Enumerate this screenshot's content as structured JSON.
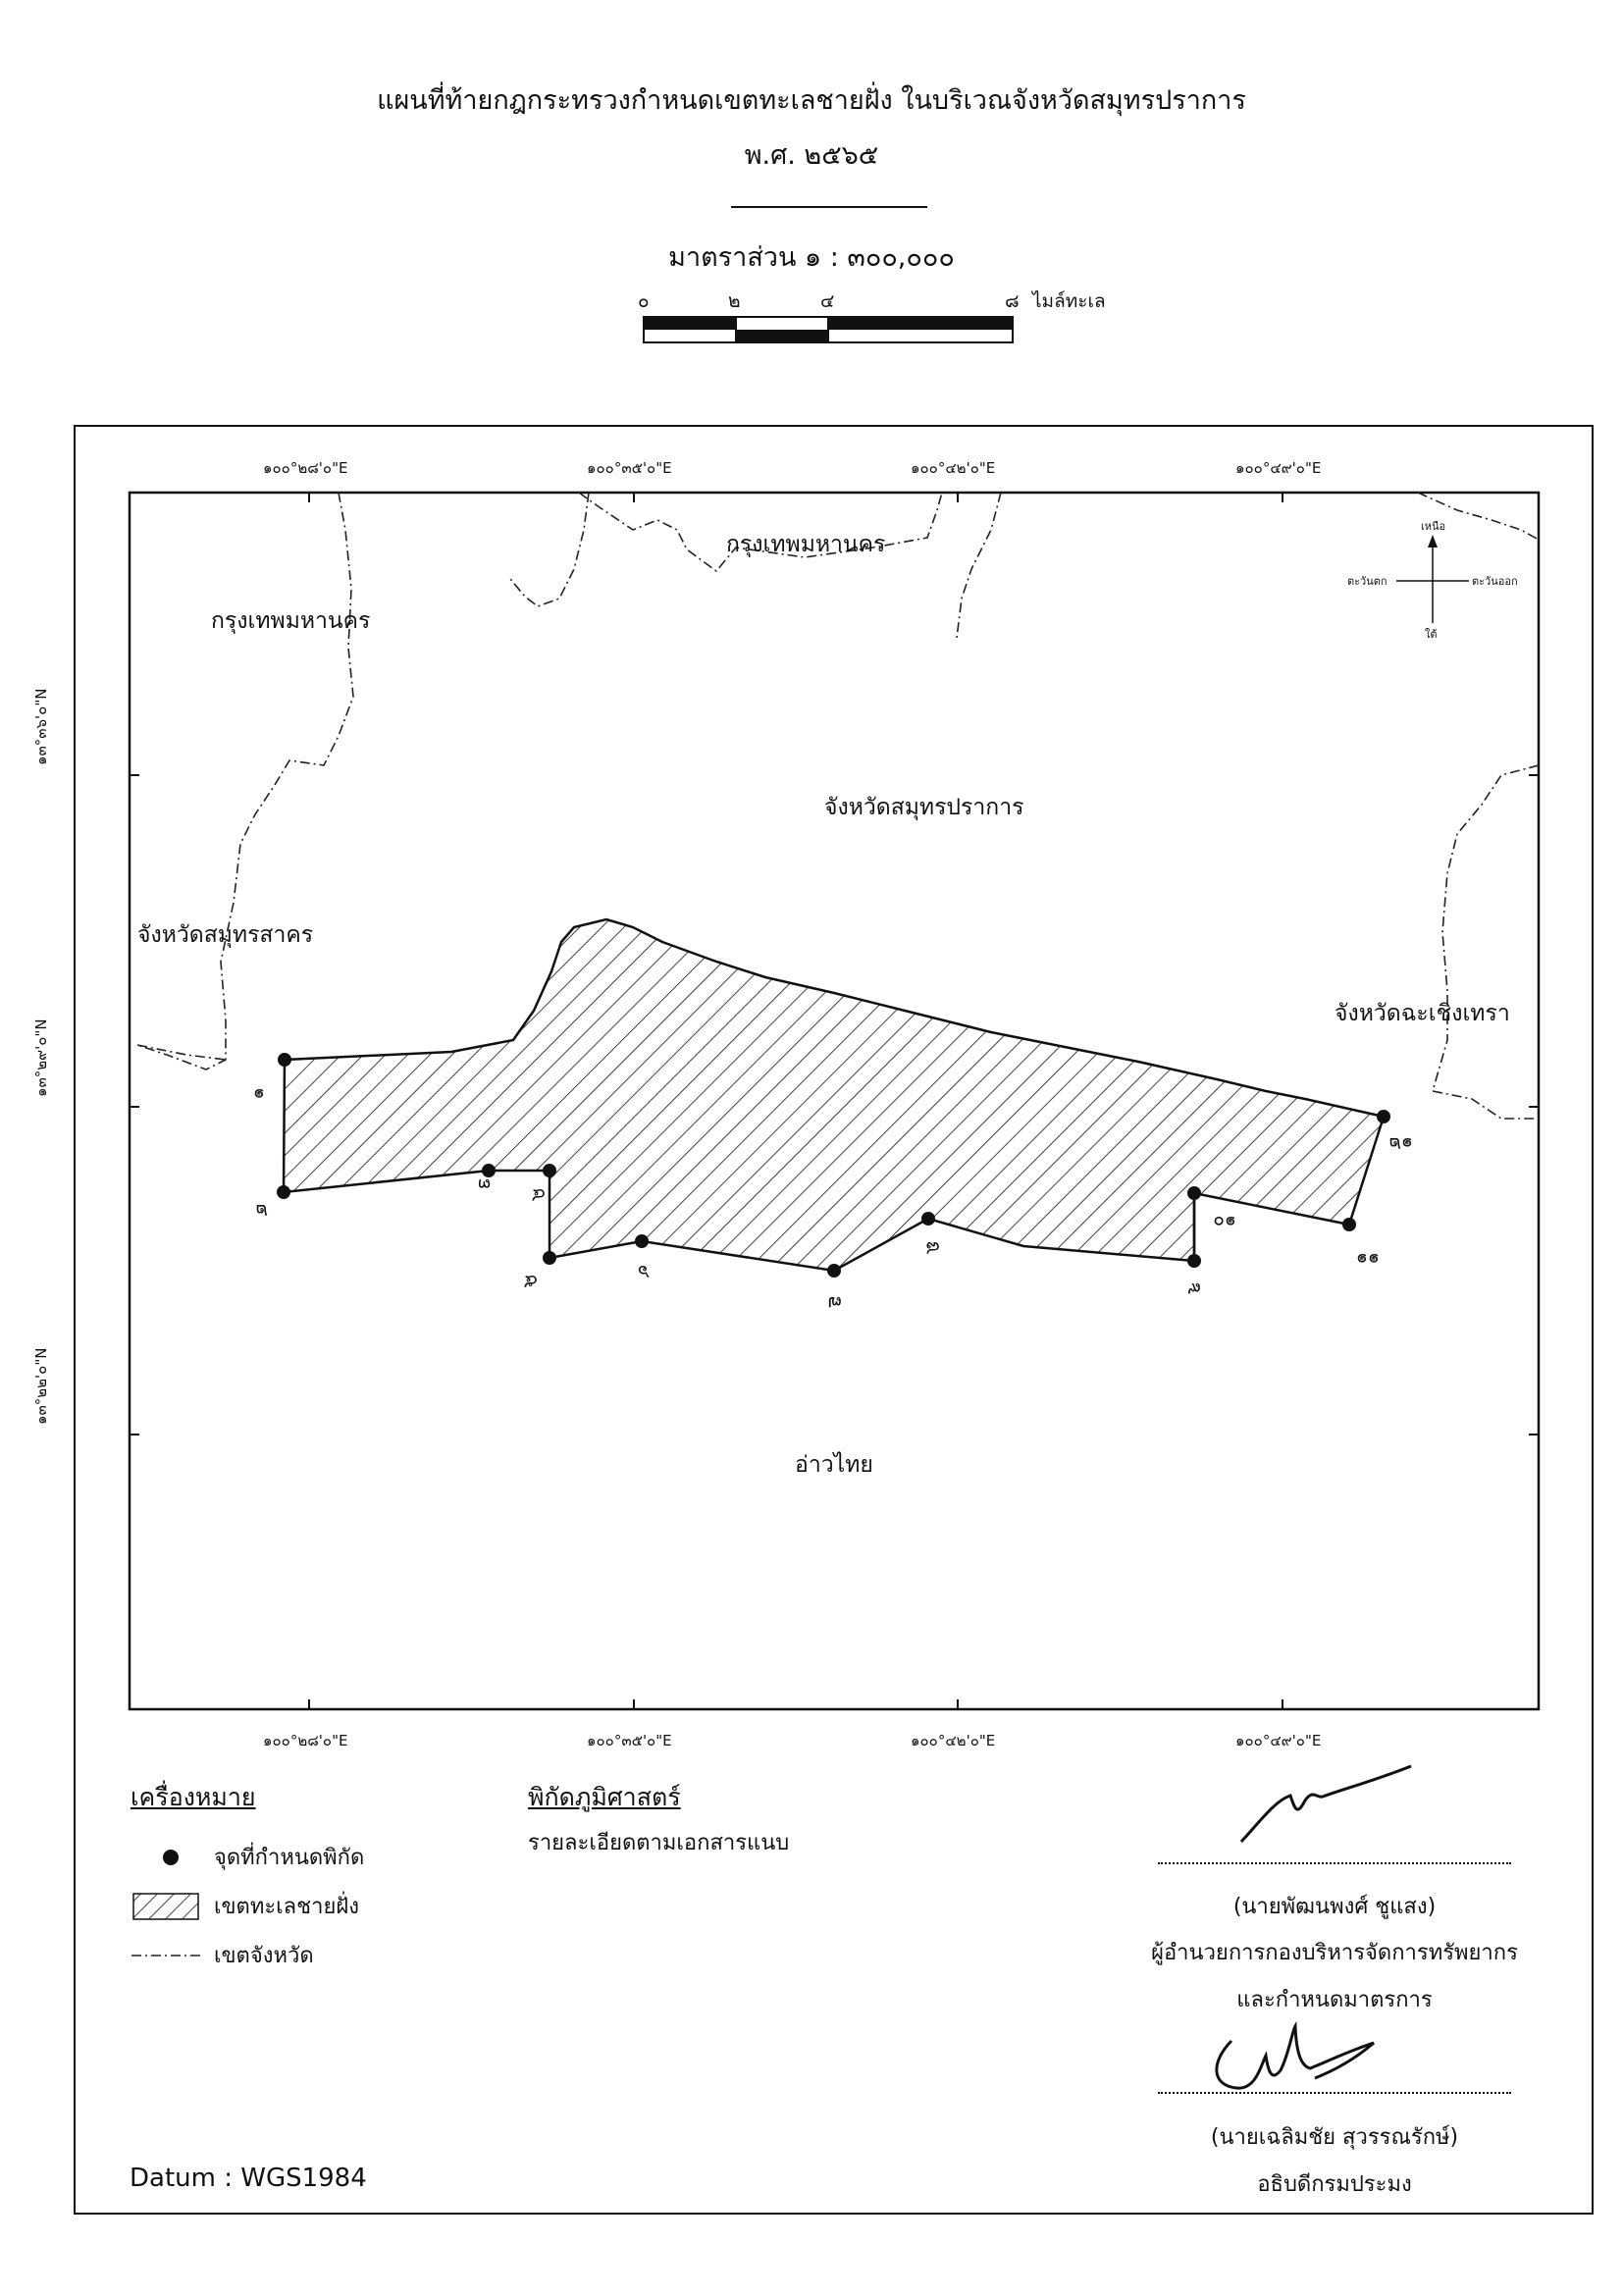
{
  "header": {
    "title": "แผนที่ท้ายกฎกระทรวงกำหนดเขตทะเลชายฝั่ง ในบริเวณจังหวัดสมุทรปราการ",
    "year": "พ.ศ. ๒๕๖๕",
    "scale_label": "มาตราส่วน ๑ : ๓๐๐,๐๐๐"
  },
  "scalebar": {
    "ticks": [
      "๐",
      "๒",
      "๔",
      "๘"
    ],
    "unit": "ไมล์ทะเล"
  },
  "map": {
    "lon_labels": [
      "๑๐๐°๒๘'๐\"E",
      "๑๐๐°๓๕'๐\"E",
      "๑๐๐°๔๒'๐\"E",
      "๑๐๐°๔๙'๐\"E"
    ],
    "lat_labels": [
      "๑๓°๓๖'๐\"N",
      "๑๓°๒๙'๐\"N",
      "๑๓°๒๒'๐\"N"
    ],
    "place_labels": {
      "bangkok_west": "กรุงเทพมหานคร",
      "bangkok_north": "กรุงเทพมหานคร",
      "samut_prakan": "จังหวัดสมุทรปราการ",
      "samut_sakhon": "จังหวัดสมุทรสาคร",
      "chachoengsao": "จังหวัดฉะเชิงเทรา",
      "gulf": "อ่าวไทย"
    },
    "compass": {
      "north": "เหนือ",
      "south": "ใต้",
      "east": "ตะวันออก",
      "west": "ตะวันตก"
    },
    "points": [
      "๑",
      "๒",
      "๓",
      "๔",
      "๕",
      "๖",
      "๗",
      "๘",
      "๙",
      "๑๐",
      "๑๑",
      "๑๒"
    ]
  },
  "legend": {
    "title": "เครื่องหมาย",
    "items": [
      {
        "symbol": "dot",
        "label": "จุดที่กำหนดพิกัด"
      },
      {
        "symbol": "hatch",
        "label": "เขตทะเลชายฝั่ง"
      },
      {
        "symbol": "dashdot",
        "label": "เขตจังหวัด"
      }
    ]
  },
  "geo": {
    "title": "พิกัดภูมิศาสตร์",
    "text": "รายละเอียดตามเอกสารแนบ"
  },
  "signatures": [
    {
      "name": "(นายพัฒนพงศ์ ชูแสง)",
      "position_1": "ผู้อำนวยการกองบริหารจัดการทรัพยากร",
      "position_2": "และกำหนดมาตรการ"
    },
    {
      "name": "(นายเฉลิมชัย สุวรรณรักษ์)",
      "position_1": "อธิบดีกรมประมง"
    }
  ],
  "datum": "Datum : WGS1984"
}
